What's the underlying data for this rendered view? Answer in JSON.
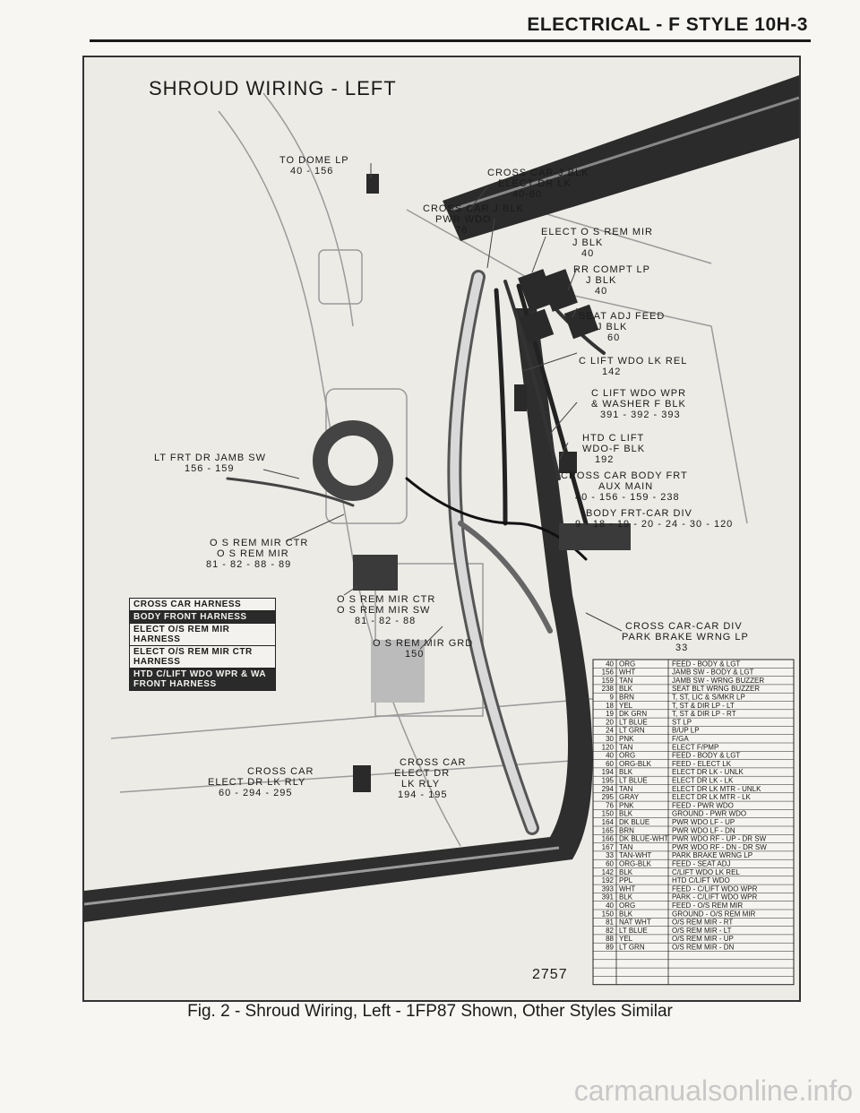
{
  "header": {
    "title": "ELECTRICAL - F STYLE 10H-3"
  },
  "figure": {
    "heading": "SHROUD WIRING - LEFT",
    "number": "2757",
    "callouts": [
      {
        "id": "dome",
        "lines": [
          "TO DOME LP",
          "40 - 156"
        ]
      },
      {
        "id": "cross-elect-lk",
        "lines": [
          "CROSS CAR-J BLK",
          "ELECT DR LK",
          "40-60"
        ]
      },
      {
        "id": "cross-pwr-wdo",
        "lines": [
          "CROSS CAR J BLK",
          "PWR WDO",
          "76"
        ]
      },
      {
        "id": "elect-os-rem-mir",
        "lines": [
          "ELECT O S REM MIR",
          "J BLK",
          "40"
        ]
      },
      {
        "id": "rr-compt",
        "lines": [
          "RR COMPT LP",
          "J BLK",
          "40"
        ]
      },
      {
        "id": "seat-adj",
        "lines": [
          "SEAT ADJ FEED",
          "J BLK",
          "60"
        ]
      },
      {
        "id": "c-lift-wdo-lk",
        "lines": [
          "C LIFT WDO LK REL",
          "142"
        ]
      },
      {
        "id": "c-lift-wdo-wpr",
        "lines": [
          "C LIFT WDO WPR",
          "& WASHER F BLK",
          "391 - 392 - 393"
        ]
      },
      {
        "id": "htd-c-lift",
        "lines": [
          "HTD C LIFT",
          "WDO-F BLK",
          "192"
        ]
      },
      {
        "id": "cross-body-frt",
        "lines": [
          "CROSS CAR BODY FRT",
          "AUX MAIN",
          "40 - 156 - 159 - 238"
        ]
      },
      {
        "id": "body-frt-div",
        "lines": [
          "BODY FRT-CAR DIV",
          "9 - 18 - 19 - 20 - 24 - 30 - 120"
        ]
      },
      {
        "id": "lt-frt-dr-jamb",
        "lines": [
          "LT FRT DR JAMB SW",
          "156 - 159"
        ]
      },
      {
        "id": "os-rem-mir-ctr",
        "lines": [
          "O S REM MIR CTR",
          "O S REM MIR",
          "81 - 82 - 88 - 89"
        ]
      },
      {
        "id": "os-rem-mir-sw",
        "lines": [
          "O S REM MIR CTR",
          "O S REM MIR SW",
          "81 - 82 - 88"
        ]
      },
      {
        "id": "os-rem-mir-grd",
        "lines": [
          "O S REM MIR GRD",
          "150"
        ]
      },
      {
        "id": "cross-car-div",
        "lines": [
          "CROSS CAR-CAR DIV",
          "PARK BRAKE WRNG LP",
          "33"
        ]
      },
      {
        "id": "cross-elect-rly",
        "lines": [
          "CROSS CAR",
          "ELECT DR LK RLY",
          "60 - 294 - 295"
        ]
      },
      {
        "id": "cross-elect-dr-rly",
        "lines": [
          "CROSS CAR",
          "ELECT DR",
          "LK RLY",
          "194 - 195"
        ]
      }
    ],
    "legend": [
      {
        "text": "CROSS CAR HARNESS",
        "inverted": false
      },
      {
        "text": "BODY FRONT HARNESS",
        "inverted": true
      },
      {
        "text": "ELECT O/S REM MIR HARNESS",
        "inverted": false
      },
      {
        "text": "ELECT O/S REM MIR CTR HARNESS",
        "inverted": false
      },
      {
        "text": "HTD C/LIFT WDO WPR & WA FRONT HARNESS",
        "inverted": true
      }
    ],
    "circuit_table": [
      [
        "40",
        "ORG",
        "FEED - BODY & LGT"
      ],
      [
        "156",
        "WHT",
        "JAMB SW - BODY & LGT"
      ],
      [
        "159",
        "TAN",
        "JAMB SW - WRNG BUZZER"
      ],
      [
        "238",
        "BLK",
        "SEAT BLT WRNG BUZZER"
      ],
      [
        "9",
        "BRN",
        "T, ST, LIC & S/MKR LP"
      ],
      [
        "18",
        "YEL",
        "T, ST & DIR LP - LT"
      ],
      [
        "19",
        "DK GRN",
        "T, ST & DIR LP - RT"
      ],
      [
        "20",
        "LT BLUE",
        "ST LP"
      ],
      [
        "24",
        "LT GRN",
        "B/UP LP"
      ],
      [
        "30",
        "PNK",
        "F/GA"
      ],
      [
        "120",
        "TAN",
        "ELECT F/PMP"
      ],
      [
        "40",
        "ORG",
        "FEED - BODY & LGT"
      ],
      [
        "60",
        "ORG-BLK",
        "FEED - ELECT LK"
      ],
      [
        "194",
        "BLK",
        "ELECT DR LK - UNLK"
      ],
      [
        "195",
        "LT BLUE",
        "ELECT DR LK - LK"
      ],
      [
        "294",
        "TAN",
        "ELECT DR LK MTR - UNLK"
      ],
      [
        "295",
        "GRAY",
        "ELECT DR LK MTR - LK"
      ],
      [
        "76",
        "PNK",
        "FEED - PWR WDO"
      ],
      [
        "150",
        "BLK",
        "GROUND - PWR WDO"
      ],
      [
        "164",
        "DK BLUE",
        "PWR WDO LF - UP"
      ],
      [
        "165",
        "BRN",
        "PWR WDO LF - DN"
      ],
      [
        "166",
        "DK BLUE-WHT",
        "PWR WDO RF - UP - DR SW"
      ],
      [
        "167",
        "TAN",
        "PWR WDO RF - DN - DR SW"
      ],
      [
        "33",
        "TAN-WHT",
        "PARK BRAKE WRNG LP"
      ],
      [
        "60",
        "ORG-BLK",
        "FEED - SEAT ADJ"
      ],
      [
        "142",
        "BLK",
        "C/LIFT WDO LK REL"
      ],
      [
        "192",
        "PPL",
        "HTD C/LIFT WDO"
      ],
      [
        "393",
        "WHT",
        "FEED - C/LIFT WDO WPR"
      ],
      [
        "391",
        "BLK",
        "PARK - C/LIFT WDO WPR"
      ],
      [
        "40",
        "ORG",
        "FEED - O/S REM MIR"
      ],
      [
        "150",
        "BLK",
        "GROUND - O/S REM MIR"
      ],
      [
        "81",
        "NAT WHT",
        "O/S REM MIR - RT"
      ],
      [
        "82",
        "LT BLUE",
        "O/S REM MIR - LT"
      ],
      [
        "88",
        "YEL",
        "O/S REM MIR - UP"
      ],
      [
        "89",
        "LT GRN",
        "O/S REM MIR - DN"
      ]
    ]
  },
  "caption": "Fig. 2 - Shroud Wiring, Left - 1FP87 Shown, Other Styles Similar",
  "watermark": "carmanualsonline.info"
}
